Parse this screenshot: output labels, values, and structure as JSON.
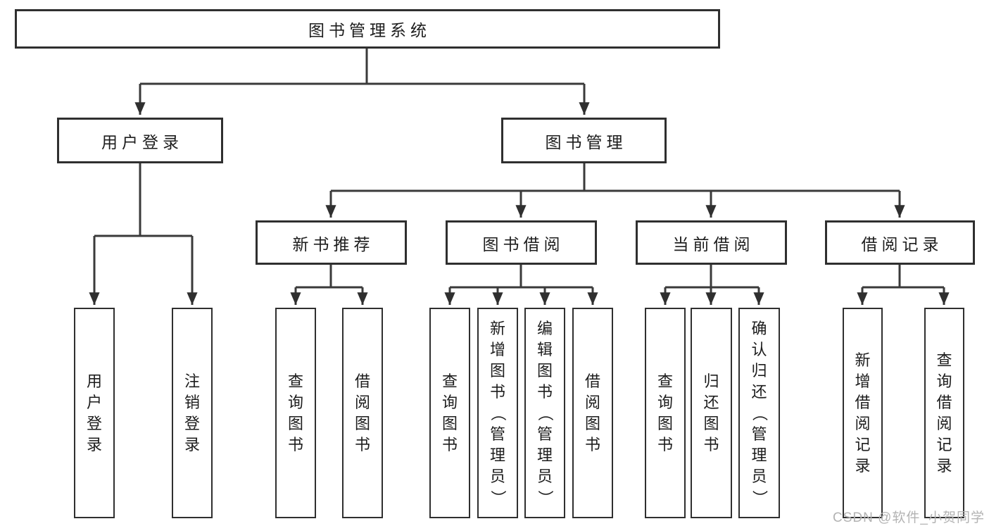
{
  "diagram": {
    "root": {
      "label": "图书管理系统"
    },
    "level2": [
      {
        "label": "用户登录",
        "leaves": [
          {
            "label": "用户登录"
          },
          {
            "label": "注销登录"
          }
        ]
      },
      {
        "label": "图书管理",
        "groups": [
          {
            "label": "新书推荐",
            "leaves": [
              {
                "label": "查询图书"
              },
              {
                "label": "借阅图书"
              }
            ]
          },
          {
            "label": "图书借阅",
            "leaves": [
              {
                "label": "查询图书"
              },
              {
                "label": "新增图书（管理员）"
              },
              {
                "label": "编辑图书（管理员）"
              },
              {
                "label": "借阅图书"
              }
            ]
          },
          {
            "label": "当前借阅",
            "leaves": [
              {
                "label": "查询图书"
              },
              {
                "label": "归还图书"
              },
              {
                "label": "确认归还（管理员）"
              }
            ]
          },
          {
            "label": "借阅记录",
            "leaves": [
              {
                "label": "新增借阅记录"
              },
              {
                "label": "查询借阅记录"
              }
            ]
          }
        ]
      }
    ],
    "colors": {
      "line": "#3a3a3a",
      "border": "#2f2f2f",
      "text": "#1d1d1d",
      "background": "#ffffff",
      "watermark": "#b3b3b3"
    }
  },
  "watermark": {
    "text": "CSDN @软件_小贺同学"
  }
}
